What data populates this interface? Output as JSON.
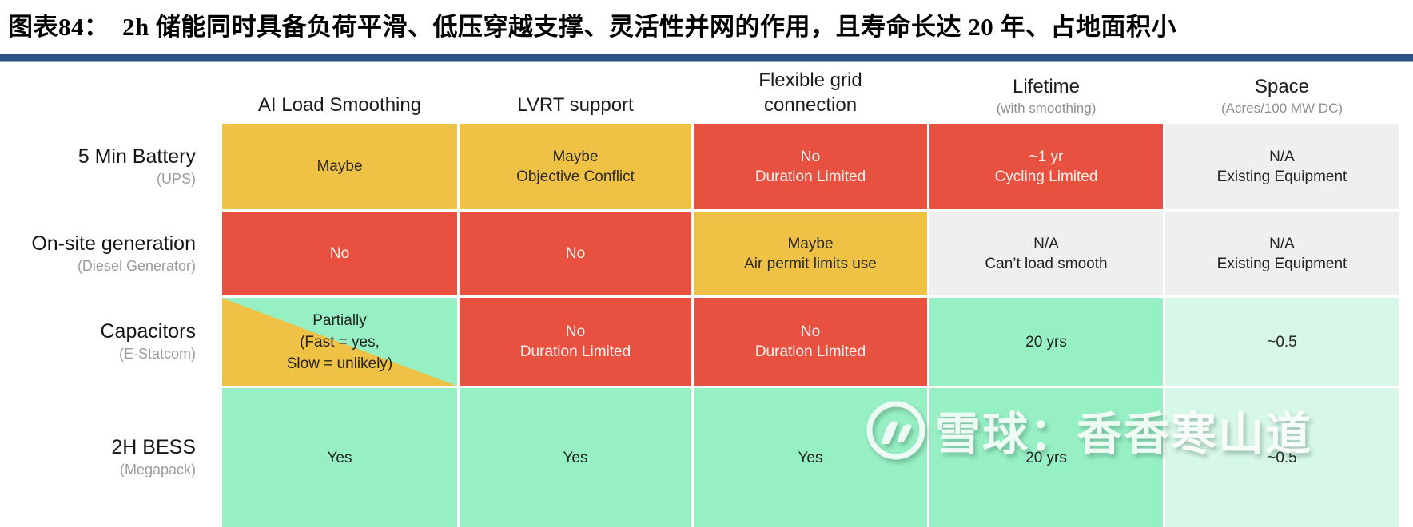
{
  "page": {
    "title": "图表84：  2h 储能同时具备负荷平滑、低压穿越支撑、灵活性并网的作用，且寿命长达 20 年、占地面积小"
  },
  "colors": {
    "accent_rule": "#2D5384",
    "maybe_yellow": "#EFC144",
    "no_red": "#E8503F",
    "na_gray": "#F0EFEF",
    "yes_green": "#96F0C4",
    "yes_light_green": "#D7F8E8"
  },
  "chart_data": {
    "type": "table",
    "title": "2h 储能同时具备负荷平滑、低压穿越支撑、灵活性并网的作用，且寿命长达 20 年、占地面积小",
    "columns": [
      {
        "lines": [
          "AI Load Smoothing"
        ],
        "sub": ""
      },
      {
        "lines": [
          "LVRT support"
        ],
        "sub": ""
      },
      {
        "lines": [
          "Flexible grid",
          "connection"
        ],
        "sub": ""
      },
      {
        "lines": [
          "Lifetime"
        ],
        "sub": "(with smoothing)"
      },
      {
        "lines": [
          "Space"
        ],
        "sub": "(Acres/100 MW DC)"
      }
    ],
    "rows": [
      {
        "label": "5 Min Battery",
        "sub": "(UPS)",
        "cells": [
          {
            "lines": [
              "Maybe"
            ],
            "status": "maybe"
          },
          {
            "lines": [
              "Maybe",
              "Objective Conflict"
            ],
            "status": "maybe"
          },
          {
            "lines": [
              "No",
              "Duration Limited"
            ],
            "status": "no"
          },
          {
            "lines": [
              "~1 yr",
              "Cycling Limited"
            ],
            "status": "no"
          },
          {
            "lines": [
              "N/A",
              "Existing Equipment"
            ],
            "status": "na"
          }
        ]
      },
      {
        "label": "On-site generation",
        "sub": "(Diesel Generator)",
        "cells": [
          {
            "lines": [
              "No"
            ],
            "status": "no"
          },
          {
            "lines": [
              "No"
            ],
            "status": "no"
          },
          {
            "lines": [
              "Maybe",
              "Air permit limits use"
            ],
            "status": "maybe"
          },
          {
            "lines": [
              "N/A",
              "Can’t load smooth"
            ],
            "status": "na"
          },
          {
            "lines": [
              "N/A",
              "Existing Equipment"
            ],
            "status": "na"
          }
        ]
      },
      {
        "label": "Capacitors",
        "sub": "(E-Statcom)",
        "cells": [
          {
            "lines": [
              "Partially",
              "(Fast = yes,",
              "Slow = unlikely)"
            ],
            "status": "partial"
          },
          {
            "lines": [
              "No",
              "Duration Limited"
            ],
            "status": "no"
          },
          {
            "lines": [
              "No",
              "Duration Limited"
            ],
            "status": "no"
          },
          {
            "lines": [
              "20 yrs"
            ],
            "status": "yes"
          },
          {
            "lines": [
              "~0.5"
            ],
            "status": "yes_light"
          }
        ]
      },
      {
        "label": "2H BESS",
        "sub": "(Megapack)",
        "cells": [
          {
            "lines": [
              "Yes"
            ],
            "status": "yes"
          },
          {
            "lines": [
              "Yes"
            ],
            "status": "yes"
          },
          {
            "lines": [
              "Yes"
            ],
            "status": "yes"
          },
          {
            "lines": [
              "20 yrs"
            ],
            "status": "yes"
          },
          {
            "lines": [
              "~0.5"
            ],
            "status": "yes_light"
          }
        ]
      }
    ]
  },
  "watermark": {
    "logo": "xueqiu-logo",
    "text": "雪球：香香寒山道"
  }
}
